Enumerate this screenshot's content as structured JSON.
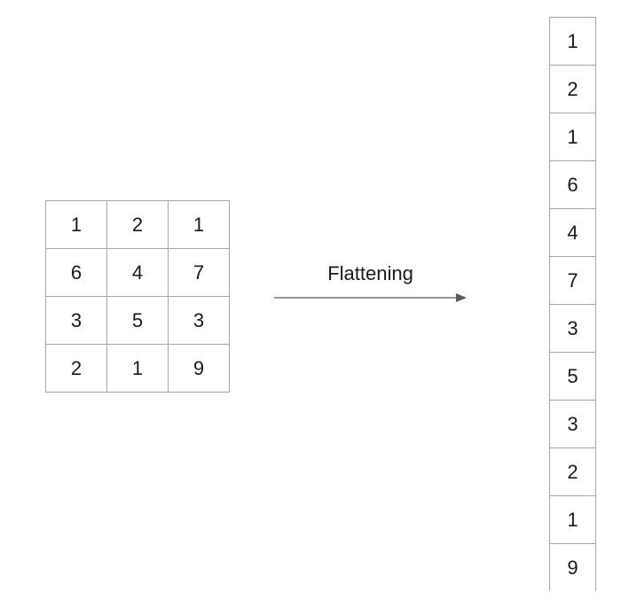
{
  "matrix": {
    "rows": [
      [
        "1",
        "2",
        "1"
      ],
      [
        "6",
        "4",
        "7"
      ],
      [
        "3",
        "5",
        "3"
      ],
      [
        "2",
        "1",
        "9"
      ]
    ]
  },
  "arrow": {
    "label": "Flattening"
  },
  "vector": {
    "cells": [
      "1",
      "2",
      "1",
      "6",
      "4",
      "7",
      "3",
      "5",
      "3",
      "2",
      "1",
      "9"
    ]
  }
}
